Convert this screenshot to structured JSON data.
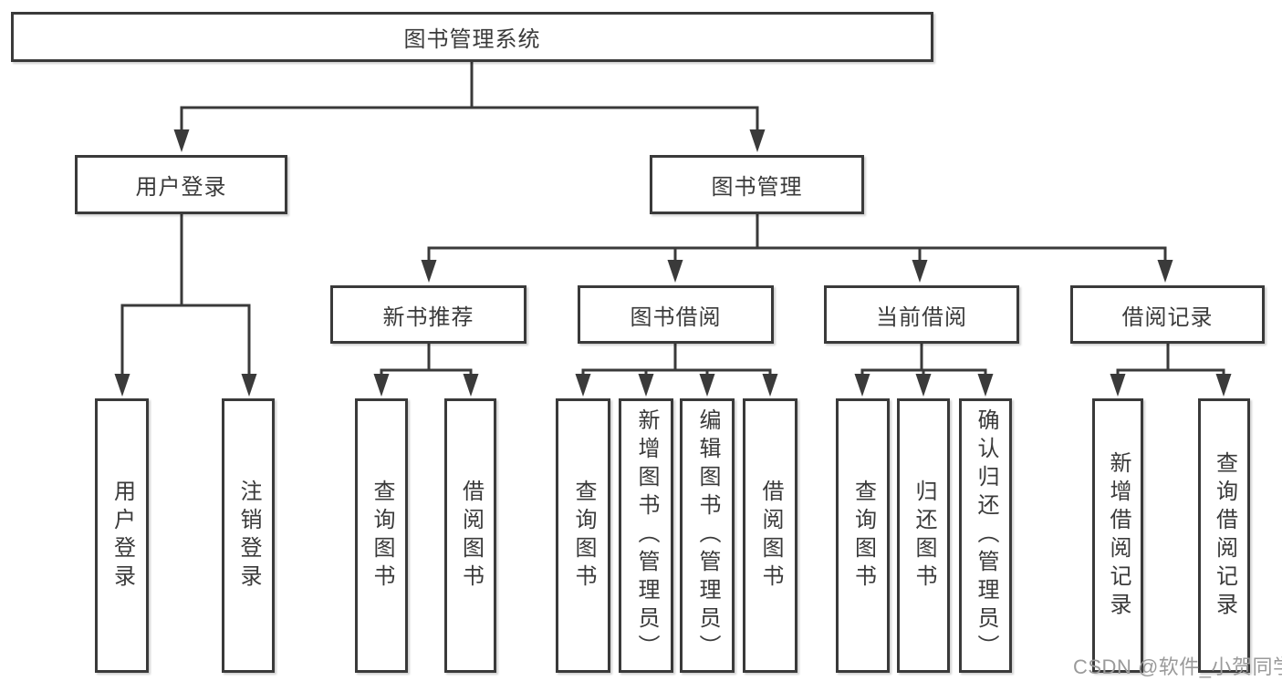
{
  "diagram": {
    "title": "图书管理系统",
    "root": {
      "label": "图书管理系统"
    },
    "level2": [
      {
        "label": "用户登录"
      },
      {
        "label": "图书管理"
      }
    ],
    "level3": [
      {
        "label": "新书推荐",
        "parent": "图书管理"
      },
      {
        "label": "图书借阅",
        "parent": "图书管理"
      },
      {
        "label": "当前借阅",
        "parent": "图书管理"
      },
      {
        "label": "借阅记录",
        "parent": "图书管理"
      }
    ],
    "leaves": [
      {
        "label": "用户登录",
        "parent": "用户登录"
      },
      {
        "label": "注销登录",
        "parent": "用户登录"
      },
      {
        "label": "查询图书",
        "parent": "新书推荐"
      },
      {
        "label": "借阅图书",
        "parent": "新书推荐"
      },
      {
        "label": "查询图书",
        "parent": "图书借阅"
      },
      {
        "label": "新增图书（管理员）",
        "parent": "图书借阅"
      },
      {
        "label": "编辑图书（管理员）",
        "parent": "图书借阅"
      },
      {
        "label": "借阅图书",
        "parent": "图书借阅"
      },
      {
        "label": "查询图书",
        "parent": "当前借阅"
      },
      {
        "label": "归还图书",
        "parent": "当前借阅"
      },
      {
        "label": "确认归还（管理员）",
        "parent": "当前借阅"
      },
      {
        "label": "新增借阅记录",
        "parent": "借阅记录"
      },
      {
        "label": "查询借阅记录",
        "parent": "借阅记录"
      }
    ],
    "watermark": "CSDN @软件_小贺同学",
    "colors": {
      "line": "#3a3a3a",
      "box_border": "#3a3a3a",
      "text": "#3a3a3a",
      "watermark": "#9a9a9a",
      "background": "#ffffff"
    }
  }
}
